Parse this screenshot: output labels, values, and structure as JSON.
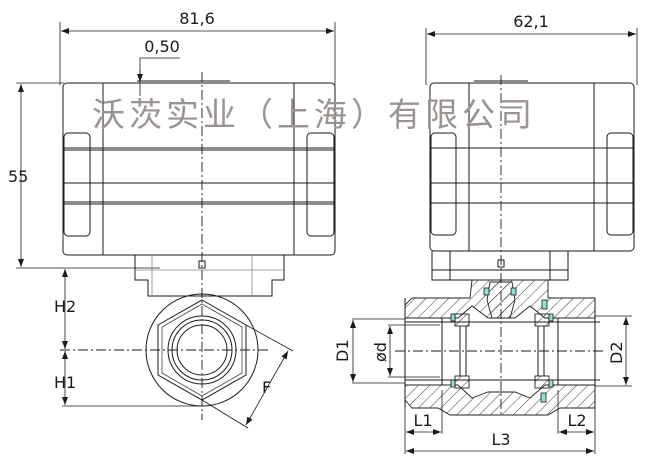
{
  "watermark": "沃茨实业（上海）有限公司",
  "front_view": {
    "dimensions": {
      "width": "81,6",
      "top_offset": "0,50",
      "height": "55",
      "h2": "H2",
      "h1": "H1",
      "f": "F"
    }
  },
  "side_view": {
    "dimensions": {
      "width": "62,1",
      "d1": "D1",
      "d": "ød",
      "d2": "D2",
      "l1": "L1",
      "l2": "L2",
      "l3": "L3"
    }
  },
  "colors": {
    "line": "#1a1a1a",
    "seal": "#8fe0d6",
    "watermark": "#9a9390"
  }
}
